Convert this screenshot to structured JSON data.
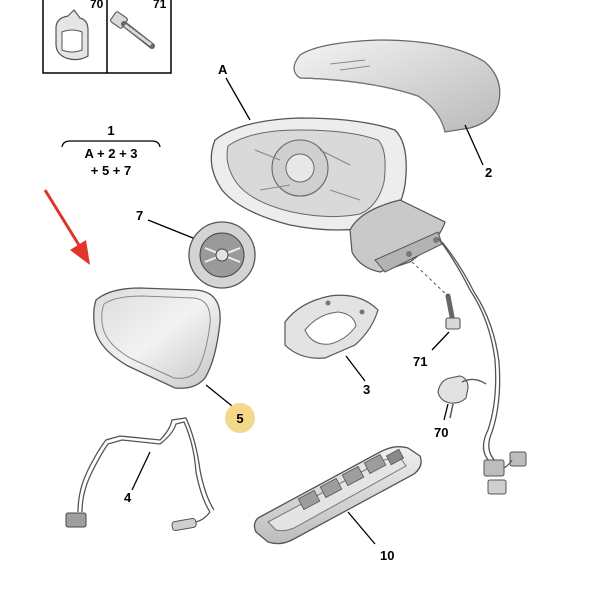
{
  "labels": {
    "top_left_box_a": "70",
    "top_left_box_b": "71",
    "assembly": "A",
    "formula_number": "1",
    "formula_line1": "A + 2 + 3",
    "formula_line2": "+ 5 + 7",
    "cover": "2",
    "motor": "7",
    "bracket": "3",
    "bolt": "71",
    "clip": "70",
    "mirror_glass": "5",
    "harness": "4",
    "switch": "10"
  },
  "colors": {
    "highlight_badge": "#f5d98a",
    "arrow": "#e0352b",
    "part_fill": "#e9e9e9",
    "part_shade": "#bdbdbd",
    "line": "#000000"
  },
  "icons": {
    "arrow": "red-pointer-arrow"
  }
}
